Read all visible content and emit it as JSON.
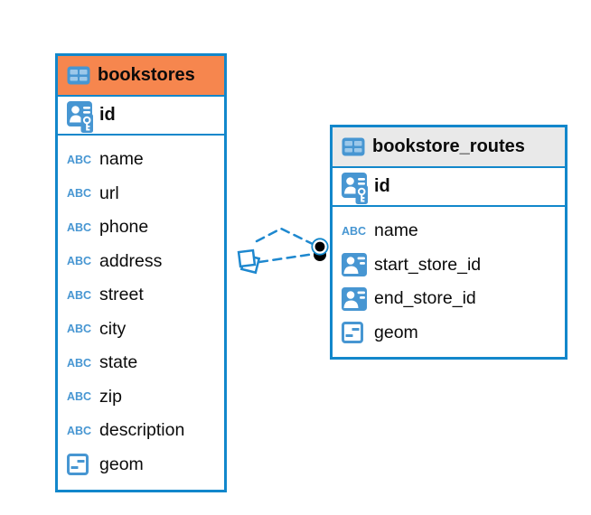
{
  "theme": {
    "accent_blue": "#1287CB",
    "line_blue": "#1E88CF",
    "icon_blue": "#4796D2",
    "icon_blue_light": "#9CC8EA",
    "header_orange": "#F6864E",
    "header_gray": "#E9E9E9"
  },
  "icons": {
    "text_type_label": "ABC"
  },
  "tables": [
    {
      "title": "bookstores",
      "header_color": "#F6864E",
      "primary_key": "id",
      "columns": [
        {
          "name": "name",
          "type": "text"
        },
        {
          "name": "url",
          "type": "text"
        },
        {
          "name": "phone",
          "type": "text"
        },
        {
          "name": "address",
          "type": "text"
        },
        {
          "name": "street",
          "type": "text"
        },
        {
          "name": "city",
          "type": "text"
        },
        {
          "name": "state",
          "type": "text"
        },
        {
          "name": "zip",
          "type": "text"
        },
        {
          "name": "description",
          "type": "text"
        },
        {
          "name": "geom",
          "type": "geometry"
        }
      ]
    },
    {
      "title": "bookstore_routes",
      "header_color": "#E9E9E9",
      "primary_key": "id",
      "columns": [
        {
          "name": "name",
          "type": "text"
        },
        {
          "name": "start_store_id",
          "type": "foreign-key"
        },
        {
          "name": "end_store_id",
          "type": "foreign-key"
        },
        {
          "name": "geom",
          "type": "geometry"
        }
      ]
    }
  ],
  "relationship": {
    "from": "bookstores.id",
    "to": [
      "bookstore_routes.start_store_id",
      "bookstore_routes.end_store_id"
    ],
    "line_style": "dashed"
  }
}
